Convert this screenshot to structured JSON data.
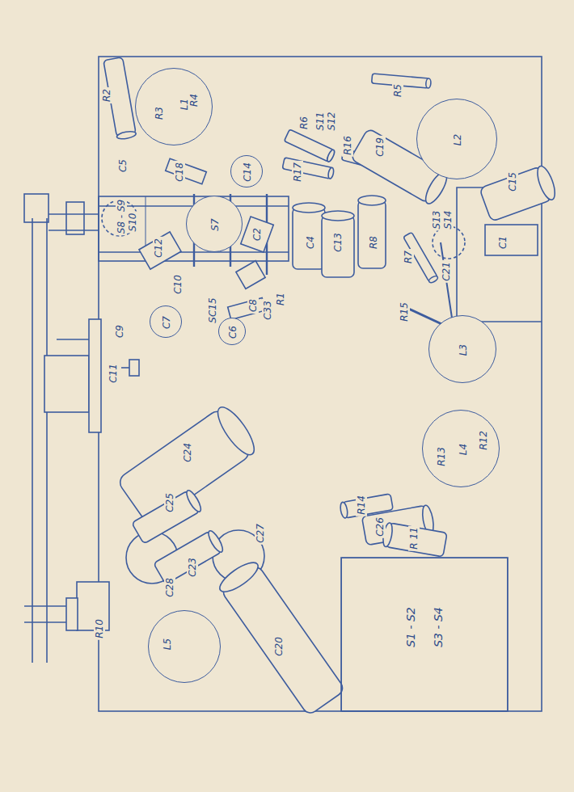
{
  "diagram": {
    "nodes": [
      {
        "text": [
          "L1"
        ]
      },
      {
        "text": [
          "L2"
        ]
      },
      {
        "text": [
          "S7"
        ]
      },
      {
        "text": [
          "C14"
        ]
      },
      {
        "text": [
          "C7"
        ]
      },
      {
        "text": [
          "C6"
        ]
      },
      {
        "text": [
          "L3"
        ]
      },
      {
        "text": [
          "L4"
        ]
      },
      {
        "text": [
          "L5"
        ]
      },
      {
        "text": [
          "S1 - S2",
          "S3 - S4"
        ]
      }
    ],
    "labels": [
      "S8 - S9",
      "S10",
      "C5",
      "R2",
      "R3",
      "R4",
      "C18",
      "R6",
      "S11",
      "S12",
      "R17",
      "R16",
      "C19",
      "R5",
      "C15",
      "C12",
      "C2",
      "C4",
      "C13",
      "R8",
      "S13",
      "S14",
      "R7",
      "C21",
      "C1",
      "C10",
      "SC15",
      "C8",
      "C33",
      "R1",
      "C9",
      "C11",
      "R15",
      "C24",
      "C25",
      "C23",
      "C27",
      "C28",
      "R10",
      "C20",
      "R14",
      "C26",
      "R 11",
      "R13",
      "R12"
    ]
  }
}
